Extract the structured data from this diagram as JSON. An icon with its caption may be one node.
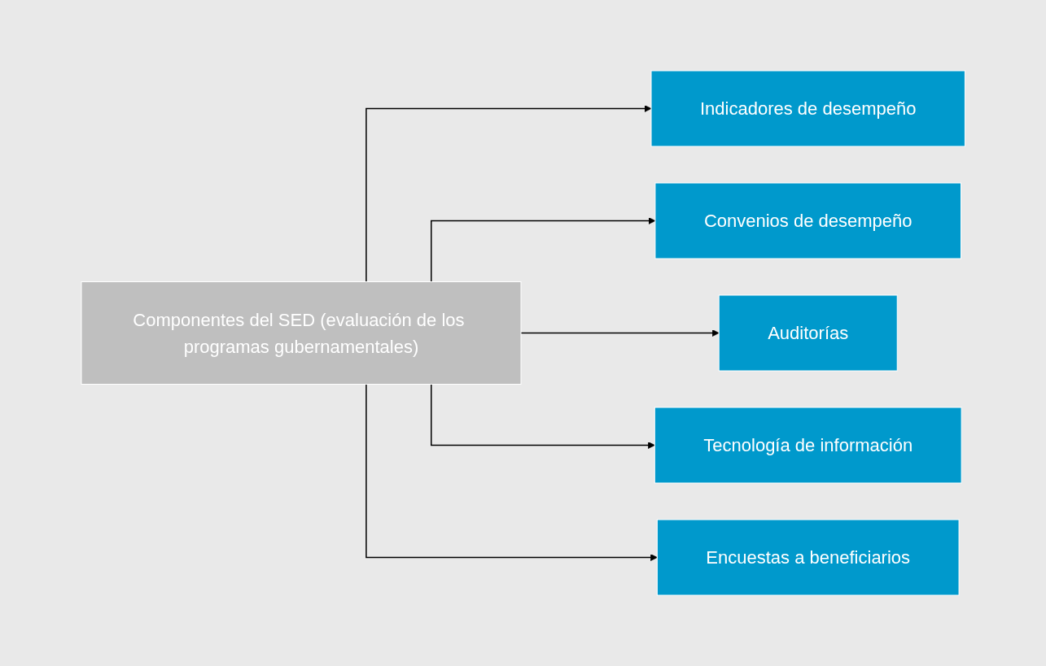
{
  "diagram": {
    "nodes": [
      {
        "text": [
          "Componentes del SED (evaluación de los programas gubernamentales)"
        ]
      },
      {
        "text": [
          "Indicadores de desempeño"
        ]
      },
      {
        "text": [
          "Convenios de desempeño"
        ]
      },
      {
        "text": [
          "Auditorías"
        ]
      },
      {
        "text": [
          "Tecnología de información"
        ]
      },
      {
        "text": [
          "Encuestas a beneficiarios"
        ]
      }
    ],
    "edges": [
      {
        "from": 0,
        "to": 1,
        "arrow": "to"
      },
      {
        "from": 0,
        "to": 2,
        "arrow": "to"
      },
      {
        "from": 0,
        "to": 3,
        "arrow": "to"
      },
      {
        "from": 0,
        "to": 4,
        "arrow": "to"
      },
      {
        "from": 0,
        "to": 5,
        "arrow": "to"
      }
    ]
  }
}
